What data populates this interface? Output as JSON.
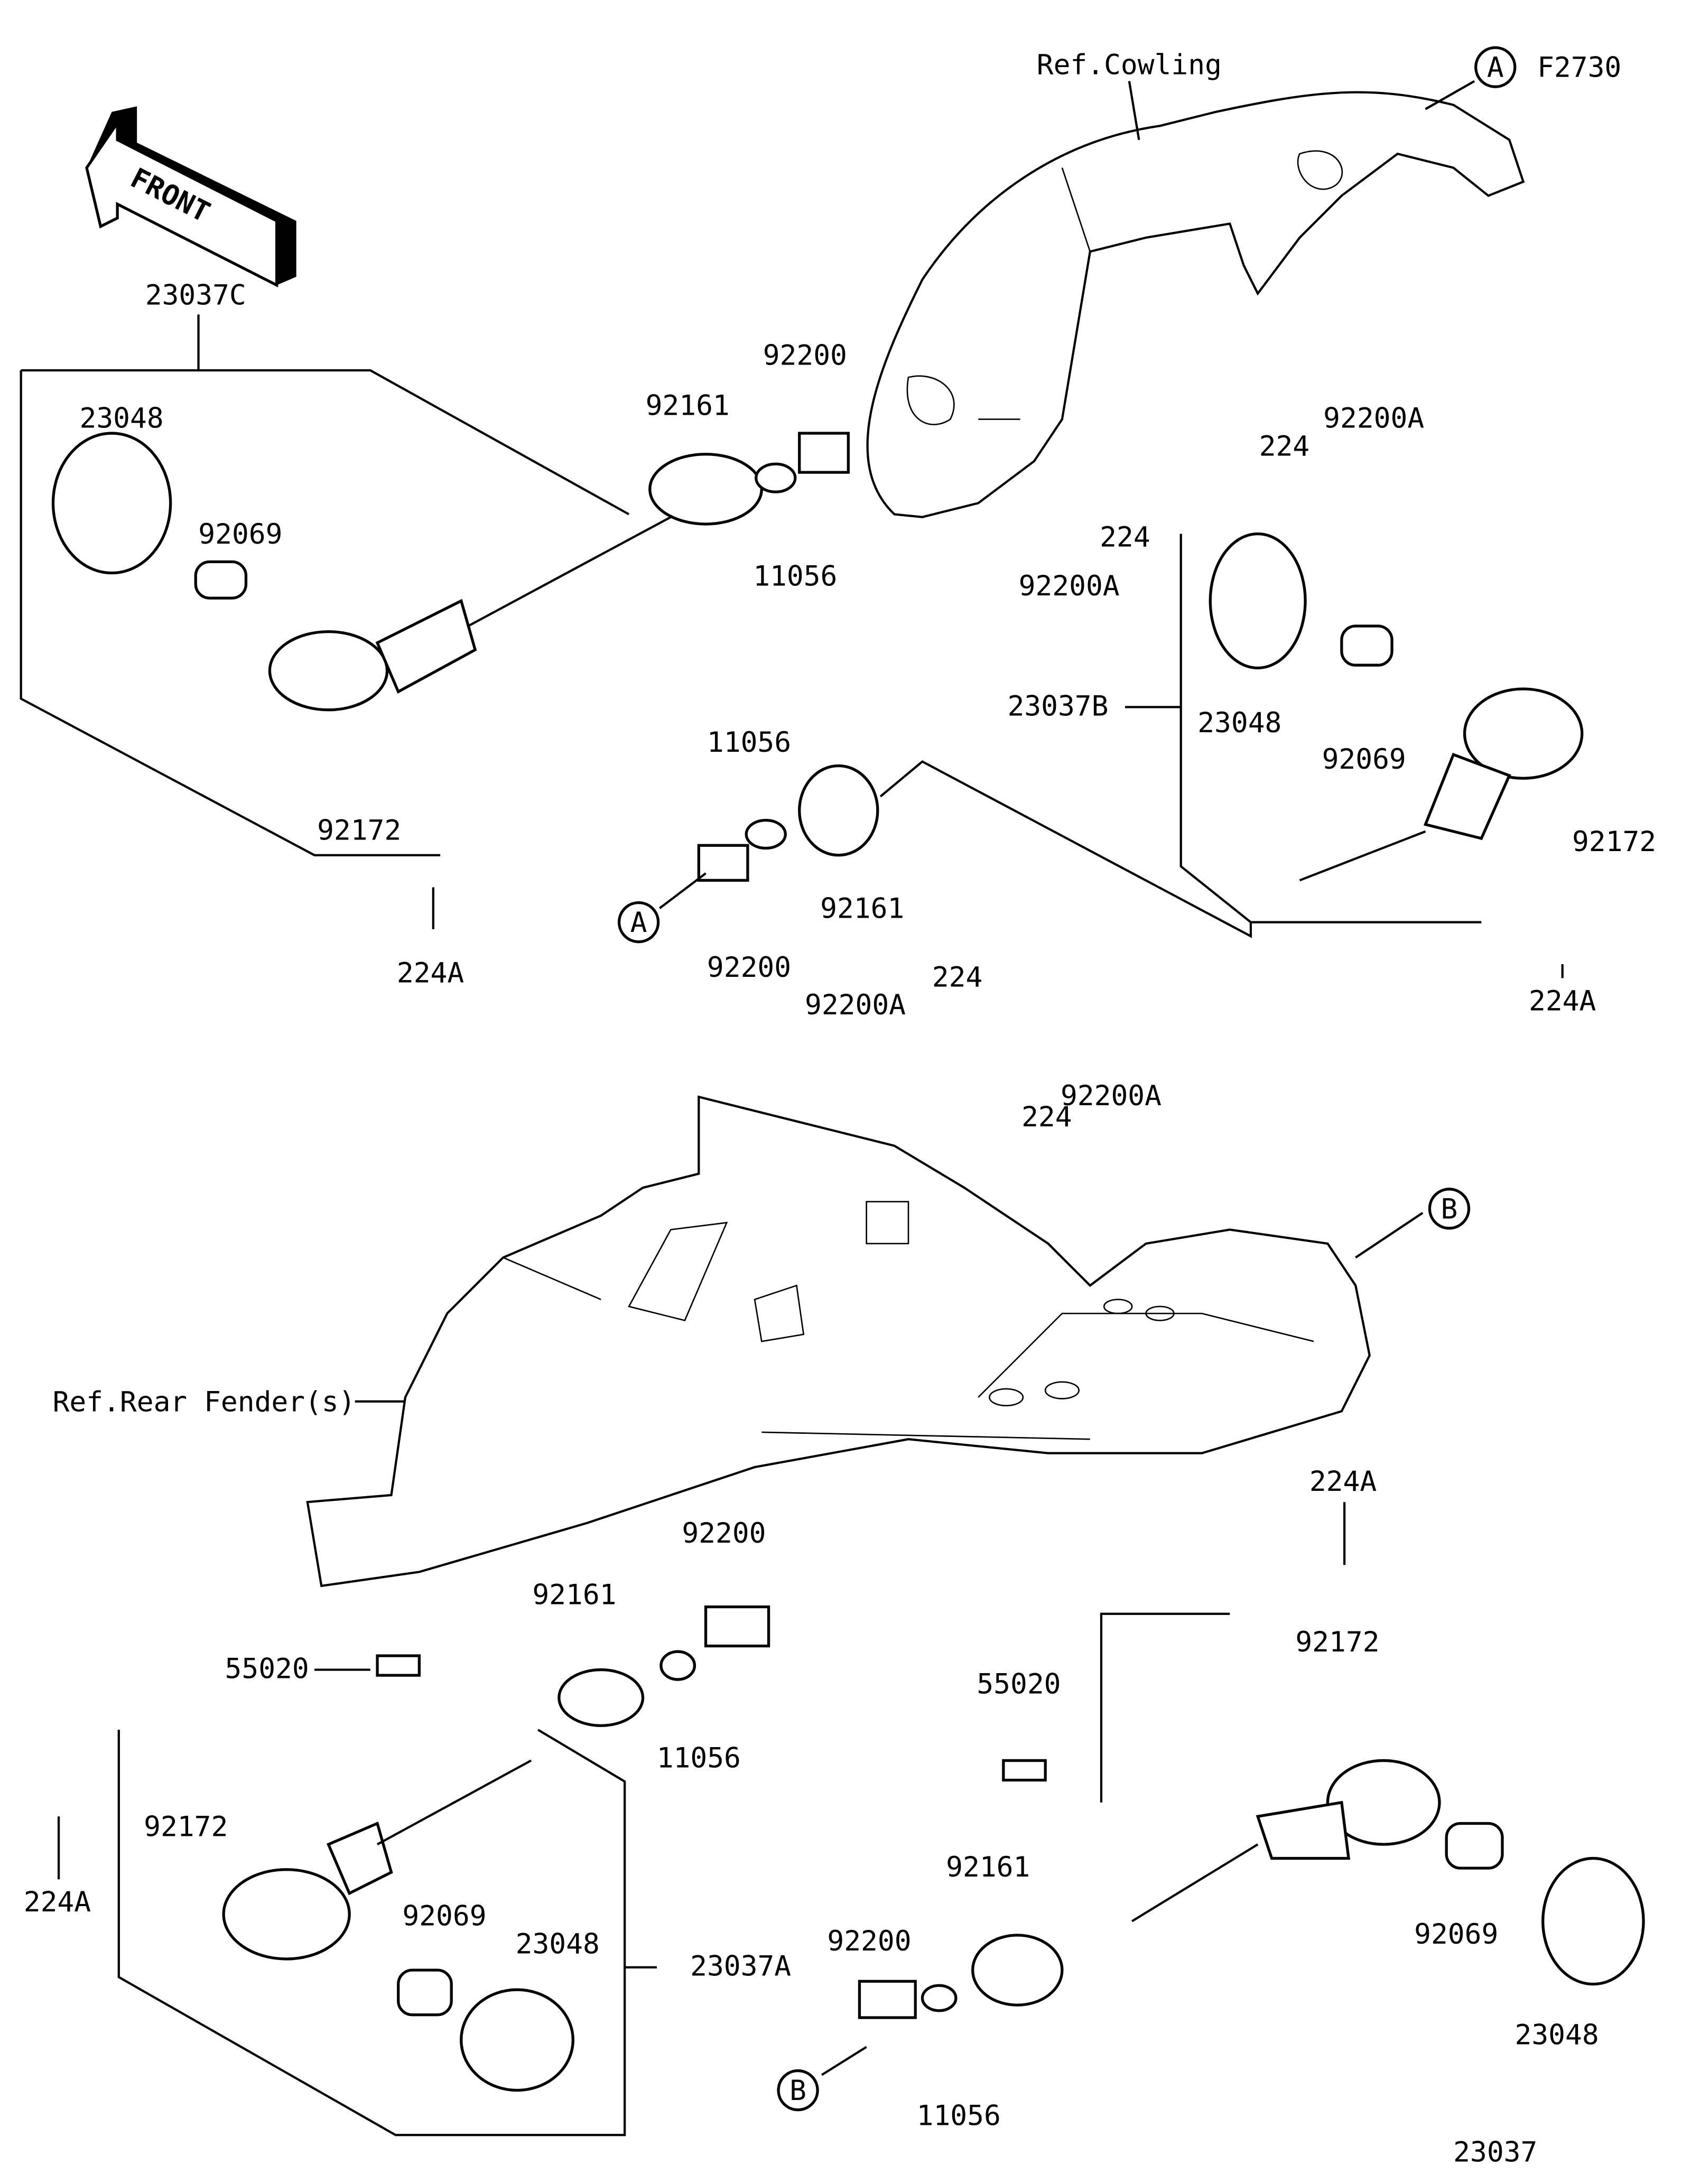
{
  "title": "F2730",
  "front_arrow": "FRONT",
  "refs": {
    "cowling": "Ref.Cowling",
    "rear_fender": "Ref.Rear Fender(s)"
  },
  "callouts": {
    "a": "A",
    "b": "B"
  },
  "labels": {
    "kit_c": "23037C",
    "kit_b": "23037B",
    "kit_a": "23037A",
    "kit": "23037",
    "lens": "23048",
    "bulb": "92069",
    "screw_small": "92172",
    "bolt": "224A",
    "grommet": "92161",
    "plate": "92200",
    "collar": "11056",
    "bolt_small": "224",
    "bracket": "92200A",
    "clamp": "55020"
  }
}
